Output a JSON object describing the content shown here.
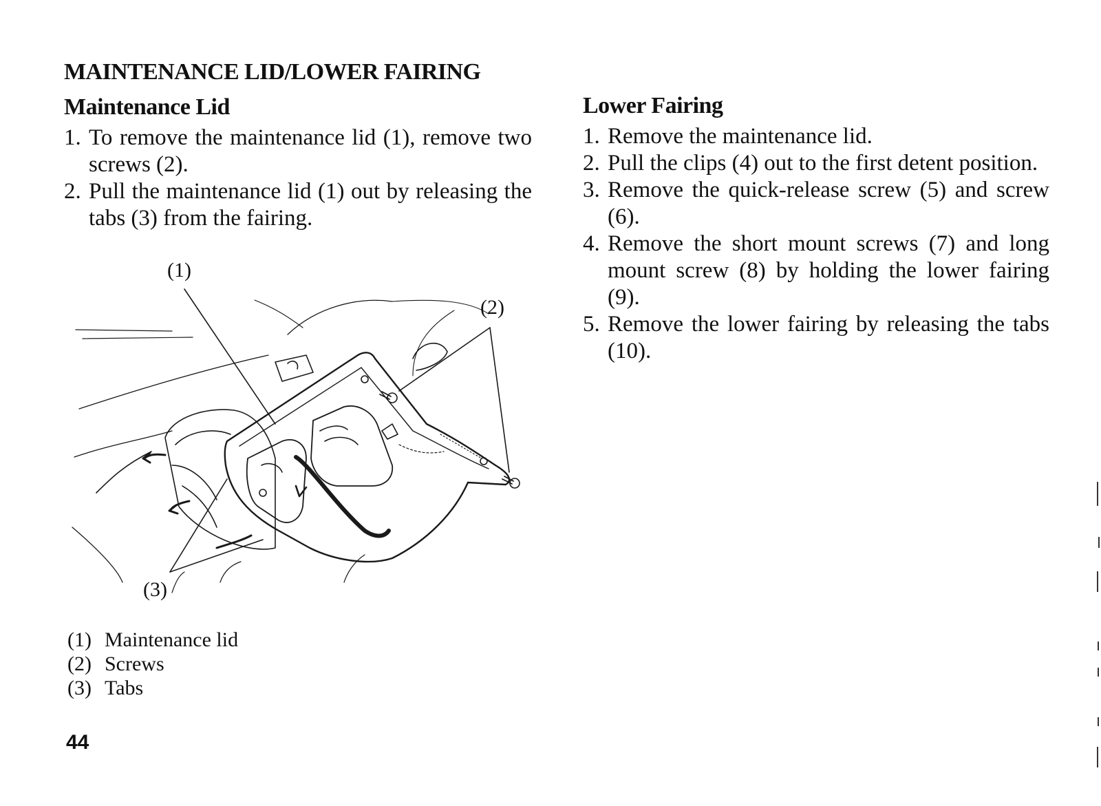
{
  "page": {
    "title": "MAINTENANCE LID/LOWER FAIRING",
    "page_number": "44"
  },
  "left_section": {
    "heading": "Maintenance Lid",
    "steps": [
      {
        "num": "1.",
        "text": "To remove the maintenance lid (1), remove two screws (2)."
      },
      {
        "num": "2.",
        "text": "Pull the maintenance lid (1) out by releasing the tabs (3) from the fairing."
      }
    ]
  },
  "right_section": {
    "heading": "Lower Fairing",
    "steps": [
      {
        "num": "1.",
        "text": "Remove the maintenance lid."
      },
      {
        "num": "2.",
        "text": "Pull the clips (4) out to the first detent position."
      },
      {
        "num": "3.",
        "text": "Remove the quick-release screw (5) and screw (6)."
      },
      {
        "num": "4.",
        "text": "Remove the short mount screws (7) and long mount screw (8) by holding the lower fairing (9)."
      },
      {
        "num": "5.",
        "text": "Remove the lower fairing by releasing the tabs (10)."
      }
    ]
  },
  "figure": {
    "callouts": {
      "c1": "(1)",
      "c2": "(2)",
      "c3": "(3)"
    },
    "legend": [
      {
        "num": "(1)",
        "label": "Maintenance lid"
      },
      {
        "num": "(2)",
        "label": "Screws"
      },
      {
        "num": "(3)",
        "label": "Tabs"
      }
    ]
  }
}
